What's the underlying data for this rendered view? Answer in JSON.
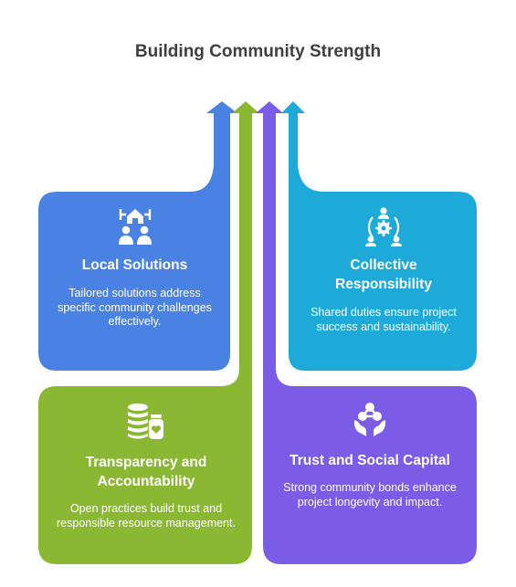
{
  "title": "Building Community Strength",
  "colors": {
    "blue": "#4a82e4",
    "teal": "#1eaad9",
    "green": "#8bb832",
    "purple": "#7b5ce6",
    "title_text": "#3f3f3f"
  },
  "cards": [
    {
      "id": "local",
      "icon": "community-home-icon",
      "title": "Local Solutions",
      "description": "Tailored solutions address specific community challenges effectively."
    },
    {
      "id": "collective",
      "icon": "team-gear-icon",
      "title": "Collective Responsibility",
      "description": "Shared duties ensure project success and sustainability."
    },
    {
      "id": "transparency",
      "icon": "coins-jar-icon",
      "title": "Transparency and Accountability",
      "description": "Open practices build trust and responsible resource management."
    },
    {
      "id": "trust",
      "icon": "network-hands-icon",
      "title": "Trust and Social Capital",
      "description": "Strong community bonds enhance project longevity and impact."
    }
  ]
}
